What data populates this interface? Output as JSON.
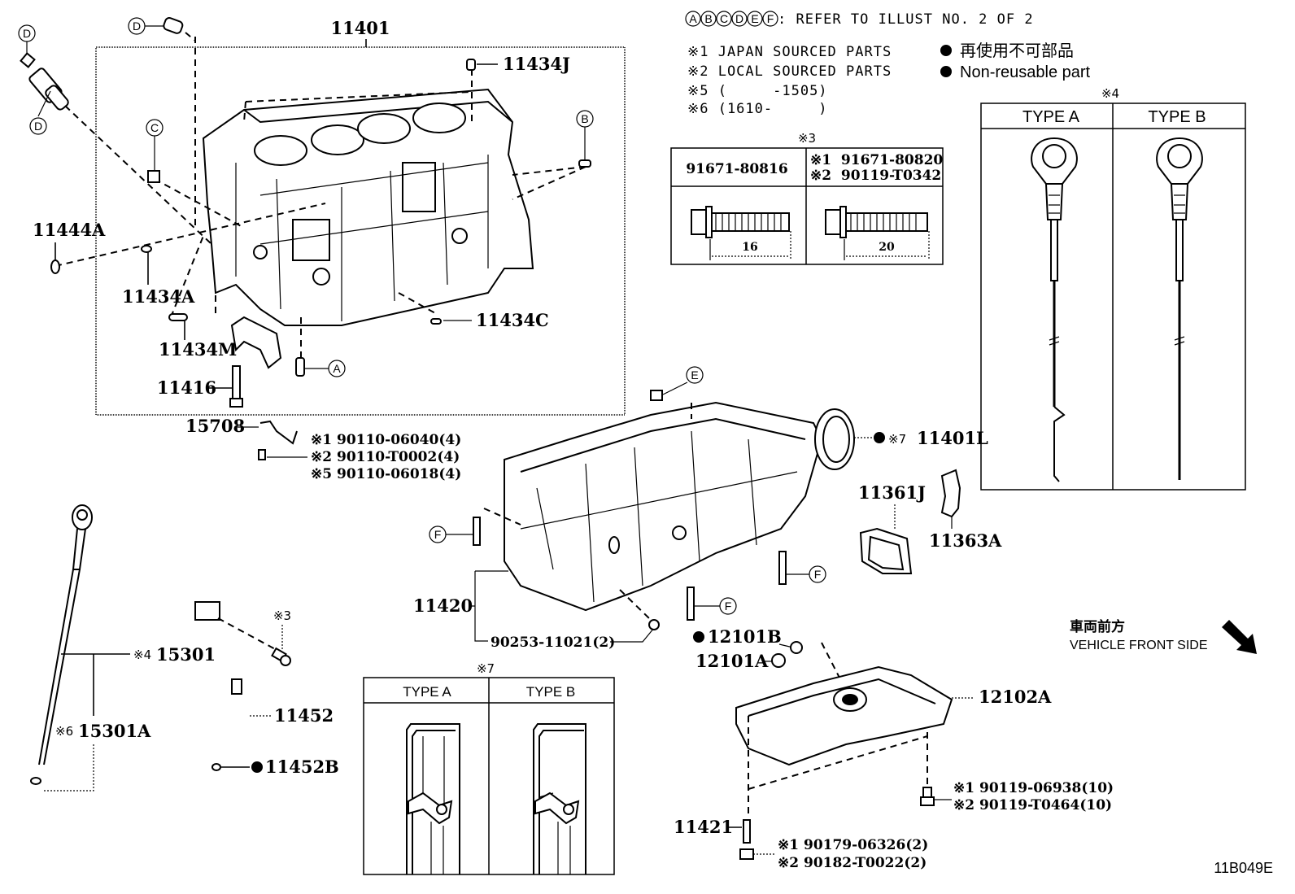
{
  "legend": {
    "refer_letters": [
      "A",
      "B",
      "C",
      "D",
      "E",
      "F"
    ],
    "refer_text": ": REFER TO ILLUST NO. 2 OF 2",
    "notes": [
      "※1 JAPAN SOURCED PARTS",
      "※2 LOCAL SOURCED PARTS",
      "※5 (     -1505)",
      "※6 (1610-     )"
    ],
    "non_reusable_jp": "再使用不可部品",
    "non_reusable_en": "Non-reusable part"
  },
  "bolt_table": {
    "title": "※3",
    "col1_part": "91671-80816",
    "col2_line1": "※1  91671-80820",
    "col2_line2": "※2  90119-T0342",
    "col1_length": "16",
    "col2_length": "20"
  },
  "dipstick_table": {
    "title": "※4",
    "type_a": "TYPE A",
    "type_b": "TYPE B"
  },
  "seal_table": {
    "title": "※7",
    "type_a": "TYPE A",
    "type_b": "TYPE B"
  },
  "parts": {
    "p11401": "11401",
    "p11434J": "11434J",
    "p11444A": "11444A",
    "p11434A": "11434A",
    "p11434M": "11434M",
    "p11434C": "11434C",
    "p11416": "11416",
    "p15708": "15708",
    "p15708_bolts": [
      "※1 90110-06040(4)",
      "※2 90110-T0002(4)",
      "※5 90110-06018(4)"
    ],
    "p11401L": "11401L",
    "p11401L_mark": "※7",
    "p11361J": "11361J",
    "p11363A": "11363A",
    "p11420": "11420",
    "p90253": "90253-11021(2)",
    "p12101B": "12101B",
    "p12101A": "12101A",
    "p12102A": "12102A",
    "p12102A_bolts": [
      "※1 90119-06938(10)",
      "※2 90119-T0464(10)"
    ],
    "p11421": "11421",
    "p11421_nuts": [
      "※1 90179-06326(2)",
      "※2 90182-T0022(2)"
    ],
    "p15301_mark": "※4",
    "p15301": "15301",
    "p15301A_mark": "※6",
    "p15301A": "15301A",
    "p11452": "11452",
    "p11452B": "11452B",
    "bolt_ref_mark": "※3"
  },
  "callouts": {
    "D": "D",
    "C": "C",
    "B": "B",
    "A": "A",
    "E": "E",
    "F": "F"
  },
  "front_side": {
    "jp": "車両前方",
    "en": "VEHICLE FRONT SIDE"
  },
  "illustration_code": "11B049E"
}
